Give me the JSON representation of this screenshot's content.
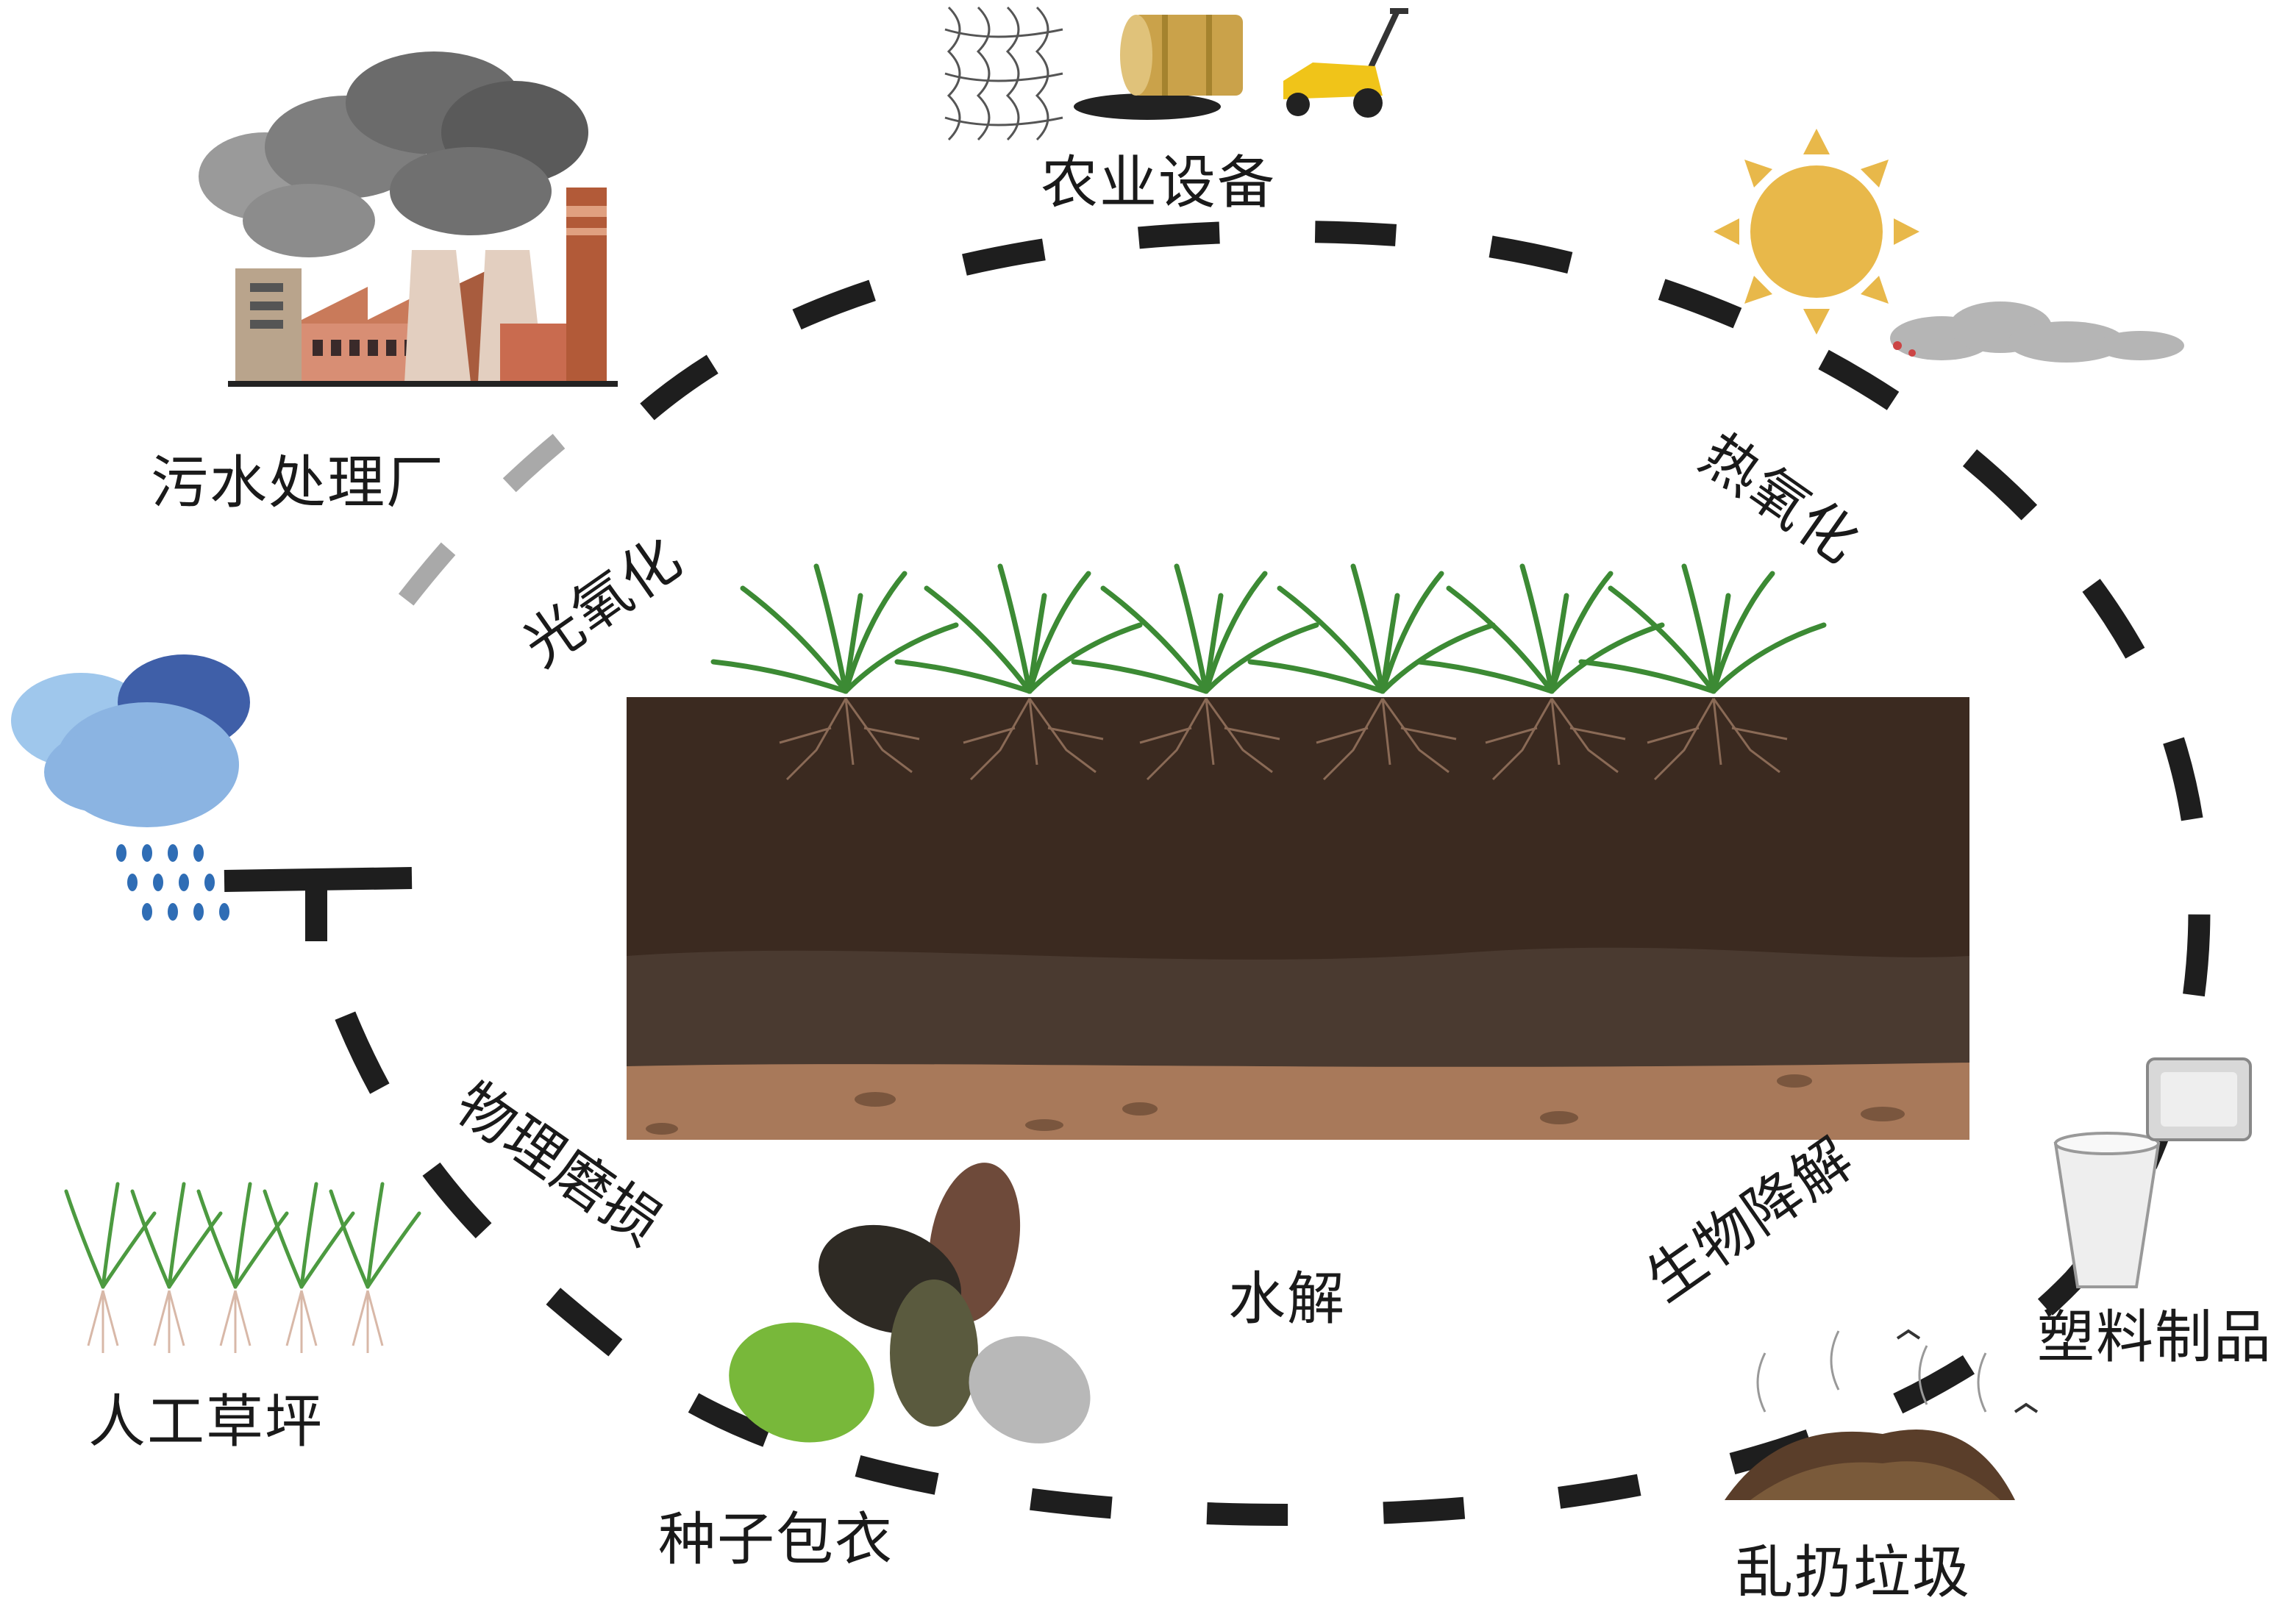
{
  "sources": {
    "sewage_plant": "污水处理厂",
    "agri_equipment": "农业设备",
    "artificial_turf": "人工草坪",
    "seed_coating": "种子包衣",
    "littering": "乱扔垃圾",
    "plastic_products": "塑料制品"
  },
  "processes": {
    "photo_oxidation": "光氧化",
    "thermo_oxidation": "热氧化",
    "physical_abrasion": "物理磨损",
    "hydrolysis": "水解",
    "biodegradation": "生物降解"
  },
  "colors": {
    "dash": "#1e1e1e",
    "soil_top": "#3b2a20",
    "soil_mid": "#4a3a30",
    "soil_sand": "#a8795a",
    "grass": "#3c8a34",
    "sun": "#e8b84a",
    "smoke": "#6b6b6b",
    "rain_cloud": "#5f8fcc",
    "rain_drop": "#2f6db5"
  }
}
